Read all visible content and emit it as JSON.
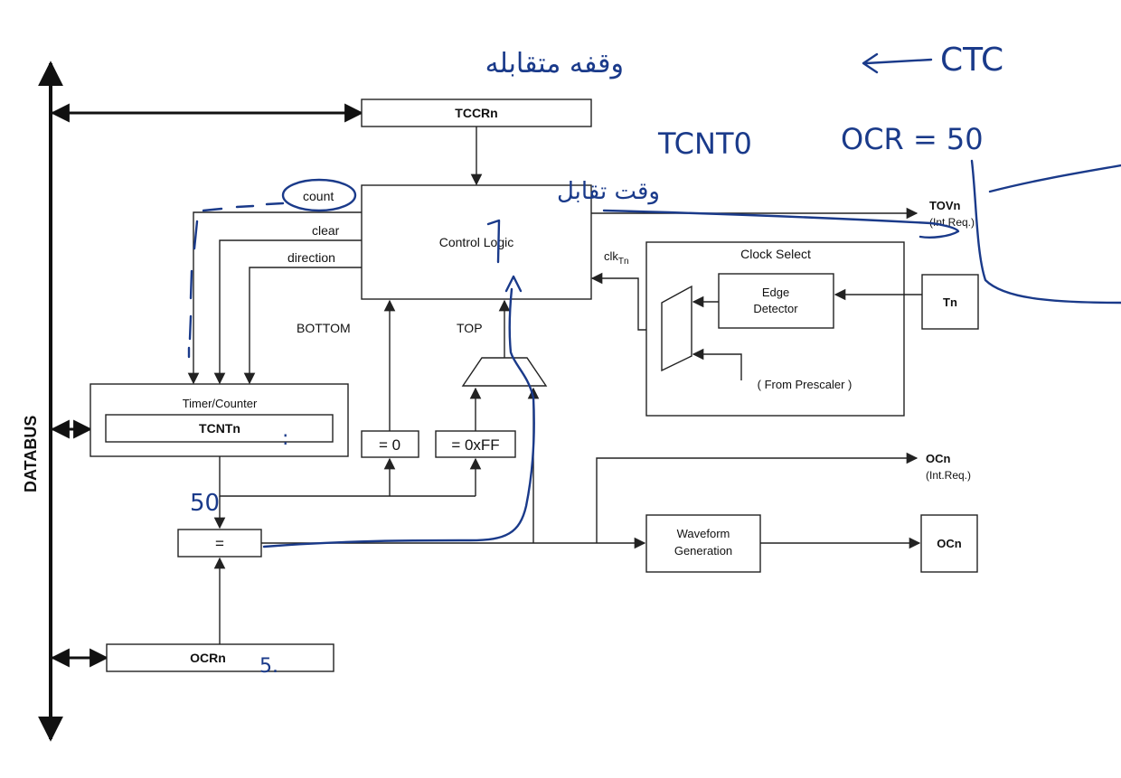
{
  "diagram": {
    "databus_label": "DATABUS",
    "tccrn_label": "TCCRn",
    "control_logic_label": "Control Logic",
    "count_label": "count",
    "clear_label": "clear",
    "direction_label": "direction",
    "bottom_label": "BOTTOM",
    "top_label": "TOP",
    "tovn_label": "TOVn",
    "tovn_sub_label": "(Int.Req.)",
    "clk_label": "clk",
    "clk_sub_label": "Tn",
    "clock_select_label": "Clock Select",
    "edge_detector_line1": "Edge",
    "edge_detector_line2": "Detector",
    "tn_label": "Tn",
    "from_prescaler_label": "( From Prescaler )",
    "timer_counter_label": "Timer/Counter",
    "tcntn_label": "TCNTn",
    "eq_zero_label": "= 0",
    "eq_ff_label": "= 0xFF",
    "comparator_label": "=",
    "ocn_flag_label": "OCn",
    "ocn_flag_sub_label": "(Int.Req.)",
    "waveform_line1": "Waveform",
    "waveform_line2": "Generation",
    "ocn_out_label": "OCn",
    "ocrn_label": "OCRn"
  },
  "annotations": {
    "ctc_text": "CTC",
    "persian_line1": "وقفه متقابله",
    "tcnt_text": "TCNT0",
    "ocr_text": "OCR = 50",
    "persian_line2": "وقت تقابل",
    "value_50_text": "50",
    "ocr_value_text": "5.",
    "ink_color": "#1a3a8a"
  }
}
